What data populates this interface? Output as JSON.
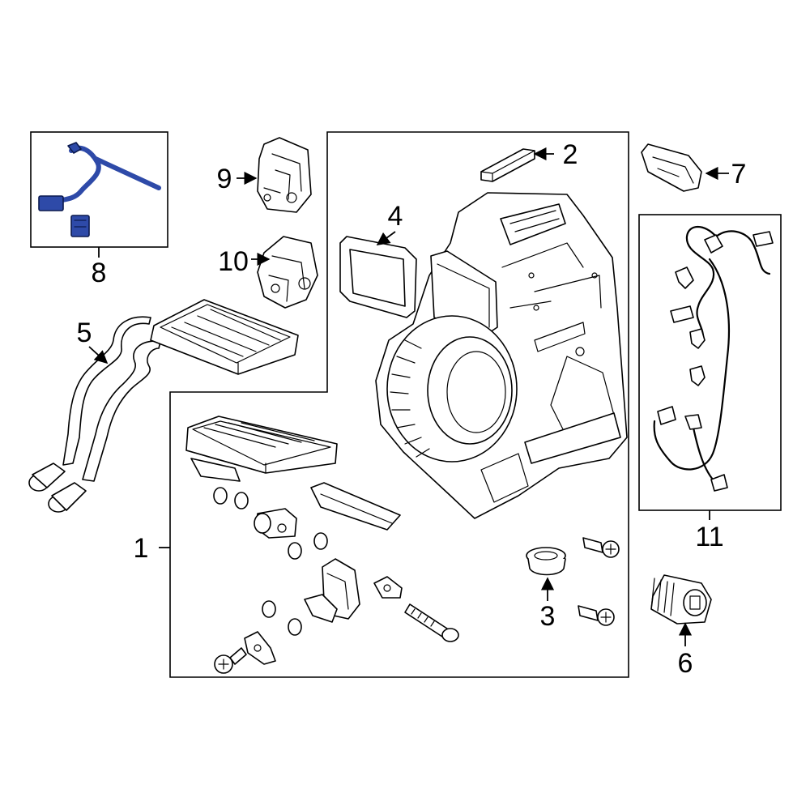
{
  "diagram": {
    "highlight_color": "#2e4aa8",
    "callouts": [
      {
        "id": "1",
        "label": "1"
      },
      {
        "id": "2",
        "label": "2"
      },
      {
        "id": "3",
        "label": "3"
      },
      {
        "id": "4",
        "label": "4"
      },
      {
        "id": "5",
        "label": "5"
      },
      {
        "id": "6",
        "label": "6"
      },
      {
        "id": "7",
        "label": "7"
      },
      {
        "id": "8",
        "label": "8"
      },
      {
        "id": "9",
        "label": "9"
      },
      {
        "id": "10",
        "label": "10"
      },
      {
        "id": "11",
        "label": "11"
      }
    ]
  }
}
